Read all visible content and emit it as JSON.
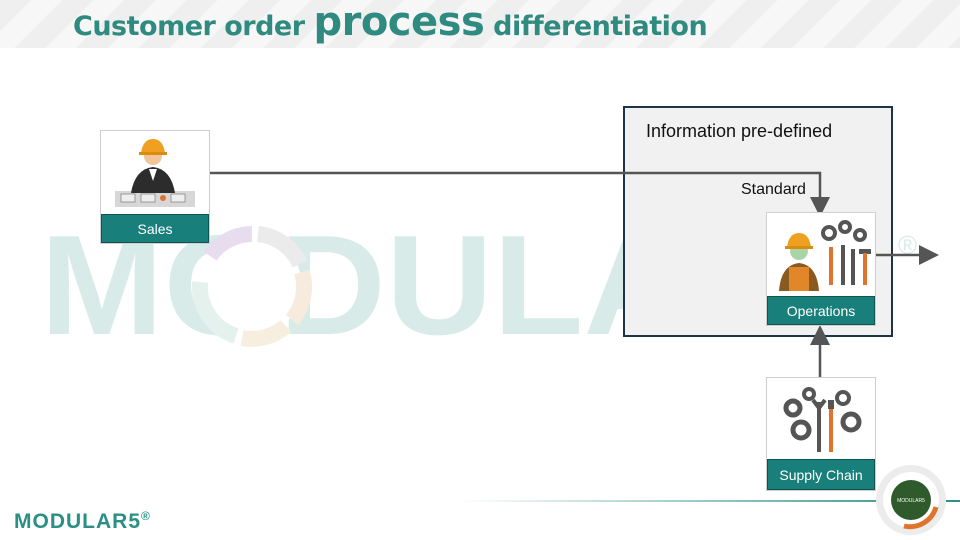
{
  "slide": {
    "title_part1": "Customer order ",
    "title_emph": "process",
    "title_part2": " differentiation"
  },
  "watermark": {
    "text": "MODULAR5",
    "mark": "®"
  },
  "info_box": {
    "title": "Information pre-defined",
    "standard_label": "Standard"
  },
  "nodes": {
    "sales": {
      "label": "Sales",
      "icon": "salesperson-icon"
    },
    "operations": {
      "label": "Operations",
      "icon": "worker-tools-icon"
    },
    "supply_chain": {
      "label": "Supply Chain",
      "icon": "gears-tools-icon"
    }
  },
  "footer": {
    "logo_text": "MODULAR5",
    "logo_mark": "®",
    "badge_text": "MODULAR5"
  },
  "colors": {
    "title": "#2f8a80",
    "label_bg": "#187f7a",
    "box_border": "#1f3346",
    "connector": "#555555"
  }
}
